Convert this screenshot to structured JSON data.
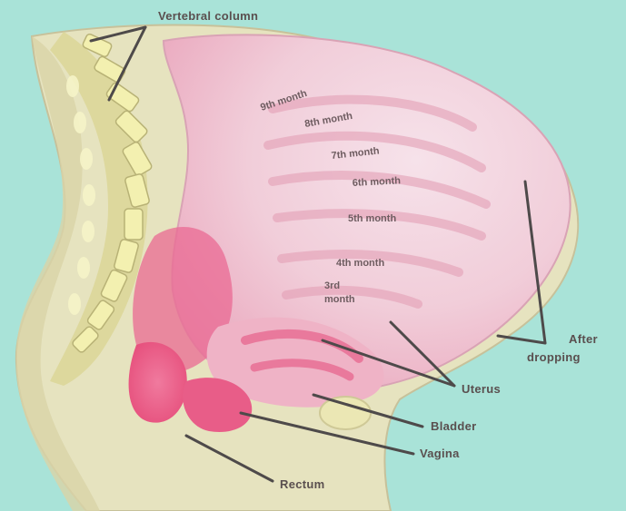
{
  "labels": {
    "vertebral_column": "Vertebral column",
    "uterus": "Uterus",
    "bladder": "Bladder",
    "vagina": "Vagina",
    "rectum": "Rectum",
    "after_dropping_1": "After",
    "after_dropping_2": "dropping"
  },
  "months": {
    "m9": "9th month",
    "m8": "8th month",
    "m7": "7th month",
    "m6": "6th month",
    "m5": "5th month",
    "m4": "4th month",
    "m3a": "3rd",
    "m3b": "month"
  },
  "colors": {
    "background": "#a9e3d8",
    "body": "#e6e3bf",
    "uterus": "#f2c9d6",
    "uterus_dark": "#e75a86",
    "spine": "#f3f0b0",
    "leader": "#4e4a4a"
  }
}
